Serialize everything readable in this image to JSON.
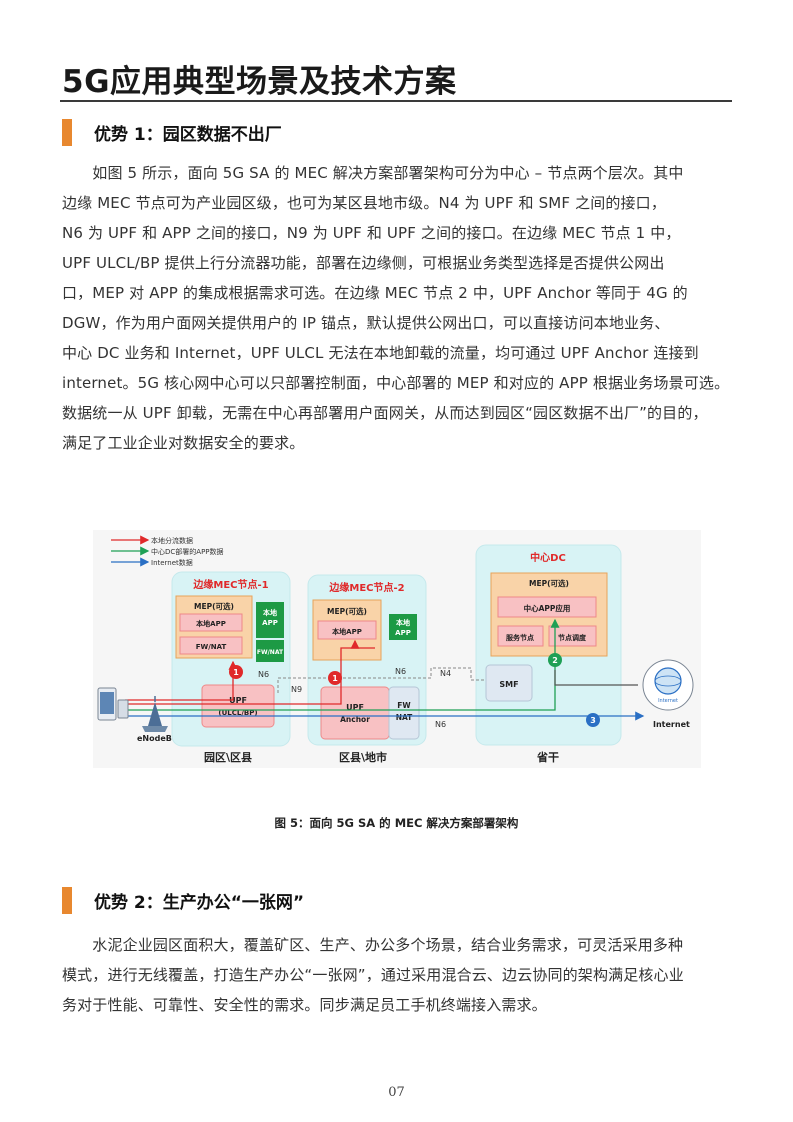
{
  "header": {
    "title": "5G应用典型场景及技术方案"
  },
  "section1": {
    "heading": "优势 1：园区数据不出厂",
    "lines": [
      "　　如图 5 所示，面向 5G SA 的 MEC 解决方案部署架构可分为中心 – 节点两个层次。其中",
      "边缘 MEC 节点可为产业园区级，也可为某区县地市级。N4 为 UPF 和 SMF 之间的接口，",
      "N6 为 UPF 和 APP 之间的接口，N9 为 UPF 和 UPF 之间的接口。在边缘 MEC 节点 1 中，",
      "UPF ULCL/BP 提供上行分流器功能，部署在边缘侧，可根据业务类型选择是否提供公网出",
      "口，MEP 对 APP 的集成根据需求可选。在边缘 MEC 节点 2 中，UPF Anchor 等同于 4G 的",
      "DGW，作为用户面网关提供用户的 IP 锚点，默认提供公网出口，可以直接访问本地业务、",
      "中心 DC 业务和 Internet，UPF ULCL 无法在本地卸载的流量，均可通过 UPF Anchor 连接到",
      "internet。5G 核心网中心可以只部署控制面，中心部署的 MEP 和对应的 APP 根据业务场景可选。",
      "数据统一从 UPF 卸载，无需在中心再部署用户面网关，从而达到园区“园区数据不出厂”的目的，",
      "满足了工业企业对数据安全的要求。"
    ]
  },
  "figure": {
    "legend": [
      "本地分流数据",
      "中心DC部署的APP数据",
      "Internet数据"
    ],
    "node1": {
      "title": "边缘MEC节点-1",
      "mep": "MEP(可选)",
      "local_app": "本地APP",
      "fw_nat": "FW/NAT",
      "app_box": "本地\nAPP",
      "fw_nat_box": "FW/NAT",
      "upf": "UPF\n(ULCL/BP)"
    },
    "node2": {
      "title": "边缘MEC节点-2",
      "mep": "MEP(可选)",
      "local_app": "本地APP",
      "app_box": "本地\nAPP",
      "upf": "UPF\nAnchor",
      "fw": "FW\nNAT"
    },
    "center": {
      "title": "中心DC",
      "mep": "MEP(可选)",
      "app": "中心APP应用",
      "service_node": "服务节点",
      "node_sched": "节点调度",
      "smf": "SMF"
    },
    "interfaces": {
      "n6a": "N6",
      "n6b": "N6",
      "n6c": "N6",
      "n9": "N9",
      "n4": "N4"
    },
    "markers": [
      "1",
      "1",
      "2",
      "3"
    ],
    "enodeb": "eNodeB",
    "cloud_label": "Internet",
    "internet": "Internet",
    "bottom_labels": [
      "园区\\区县",
      "区县\\地市",
      "省干"
    ],
    "colors": {
      "local": "#e0292a",
      "center_app": "#1fa055",
      "internet": "#2a6fc4",
      "bg_box": "#d8f3f5",
      "mep": "#f9d3a8",
      "upf": "#f8c1c3",
      "app_green": "#1d9a45"
    }
  },
  "figure_caption": "图 5：面向 5G SA 的 MEC 解决方案部署架构",
  "section2": {
    "heading": "优势 2：生产办公“一张网”",
    "lines": [
      "　　水泥企业园区面积大，覆盖矿区、生产、办公多个场景，结合业务需求，可灵活采用多种",
      "模式，进行无线覆盖，打造生产办公“一张网”，通过采用混合云、边云协同的架构满足核心业",
      "务对于性能、可靠性、安全性的需求。同步满足员工手机终端接入需求。"
    ]
  },
  "footer": {
    "page": "07"
  }
}
